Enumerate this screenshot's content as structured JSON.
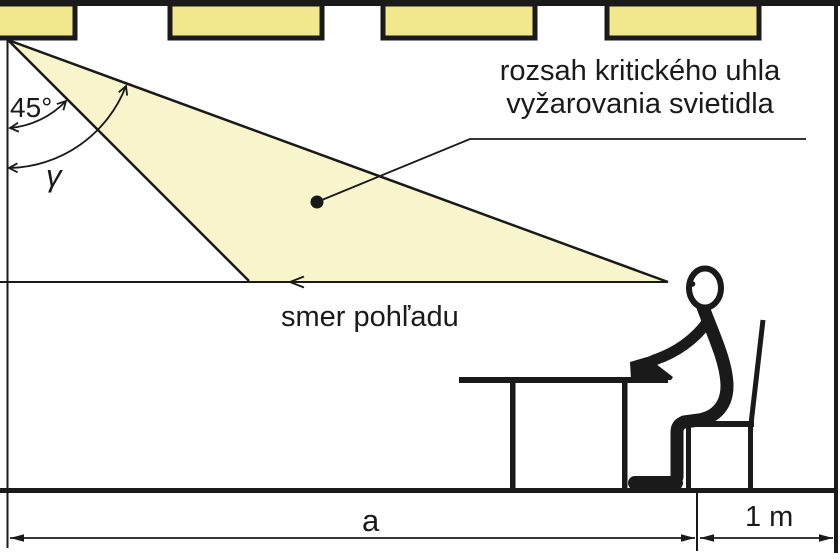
{
  "title": "Critical luminaire radiation angle diagram",
  "colors": {
    "line": "#1a1a1a",
    "luminaire": "#F1E78C",
    "beam": "#F8F4CC",
    "bg": "#ffffff"
  },
  "labels": {
    "critical_angle_line1": "rozsah kritického uhla",
    "critical_angle_line2": "vyžarovania svietidla",
    "angle_45": "45°",
    "gamma": "γ",
    "view_direction": "smer pohľadu",
    "dim_a": "a",
    "dim_1m": "1 m"
  },
  "scene": {
    "luminaire_count": 4,
    "angle_between_vertical_and_beam_edge": "45°",
    "critical_angle_symbol": "γ",
    "distance_floor_symbol": "a",
    "offset_behind_eye": "1 m"
  }
}
